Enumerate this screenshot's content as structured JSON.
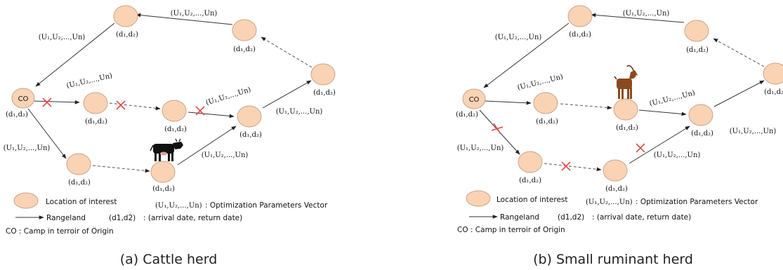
{
  "panels": [
    {
      "id": "a",
      "caption": "(a) Cattle herd",
      "camp_label": "CO",
      "node_label": "(d₁,d₂)",
      "vector_label": "(U₁,U₂,...,Un)",
      "animal": "cow",
      "legend": {
        "location": "Location of interest",
        "vector_sym": "(U₁,U₂,...,Un)",
        "vector_desc": ": Optimization Parameters Vector",
        "rangeland": "Rangeland",
        "dates_sym": "(d1,d2)",
        "dates_desc": ": (arrival date, return date)",
        "camp": "CO : Camp in terroir of Origin"
      }
    },
    {
      "id": "b",
      "caption": "(b) Small ruminant herd",
      "camp_label": "CO",
      "node_label": "(d₁,d₂)",
      "vector_label": "(U₁,U₂,...,Un)",
      "animal": "goat",
      "legend": {
        "location": "Location of interest",
        "vector_sym": "(U₁,U₂,...,Un)",
        "vector_desc": ": Optimization Parameters Vector",
        "rangeland": "Rangeland",
        "dates_sym": "(d1,d2)",
        "dates_desc": ": (arrival date, return date)",
        "camp": "CO : Camp in terroir of Origin"
      }
    }
  ]
}
